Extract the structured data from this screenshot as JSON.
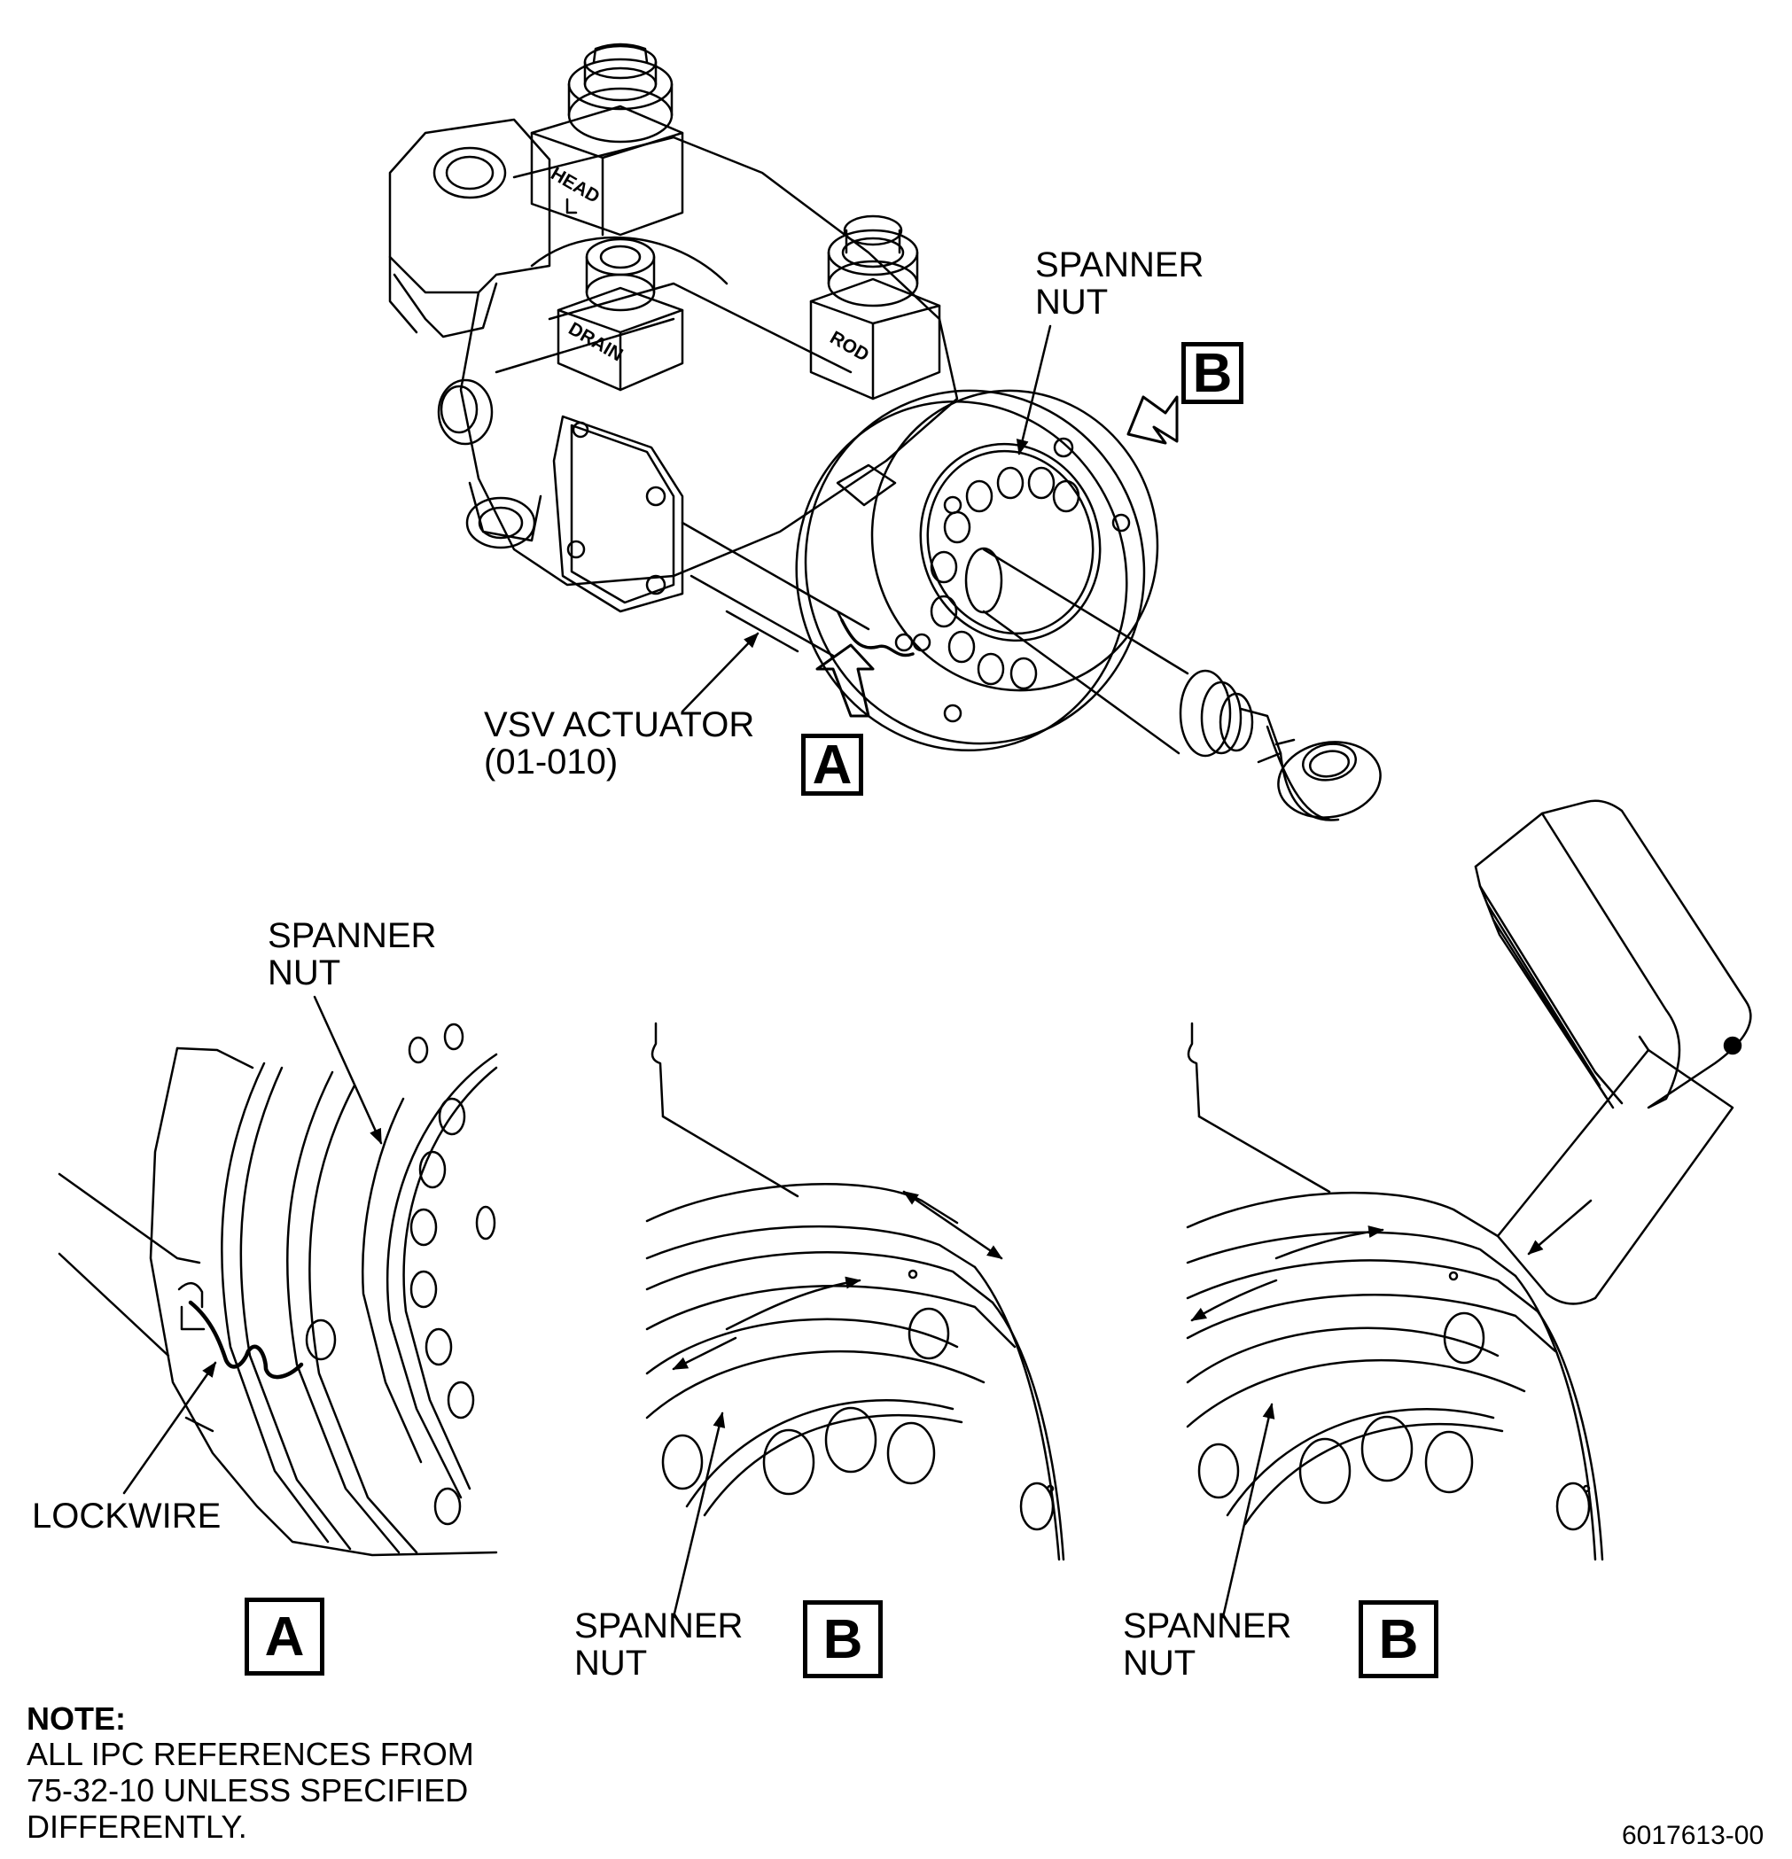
{
  "top_view": {
    "labels": {
      "spanner_nut": "SPANNER\nNUT",
      "vsv_actuator": "VSV ACTUATOR\n(01-010)",
      "view_b": "B",
      "view_a": "A"
    },
    "port_tags": {
      "head": "HEAD",
      "drain": "DRAIN",
      "rod": "ROD"
    }
  },
  "details": {
    "a": {
      "box": "A",
      "spanner_nut": "SPANNER\nNUT",
      "lockwire": "LOCKWIRE"
    },
    "b1": {
      "box": "B",
      "spanner_nut": "SPANNER\nNUT"
    },
    "b2": {
      "box": "B",
      "spanner_nut": "SPANNER\nNUT"
    }
  },
  "note": {
    "heading": "NOTE:",
    "text": "ALL IPC REFERENCES FROM\n75-32-10 UNLESS SPECIFIED\nDIFFERENTLY."
  },
  "figure_number": "6017613-00"
}
